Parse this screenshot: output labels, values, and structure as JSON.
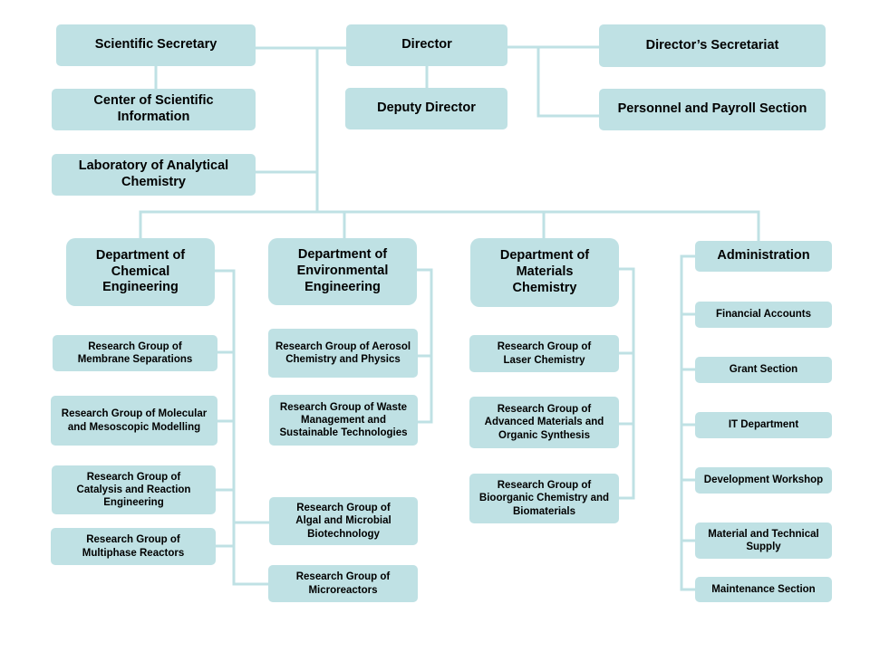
{
  "colors": {
    "box_fill": "#bfe1e4",
    "connector": "#bfe1e4",
    "text": "#000000"
  },
  "top": {
    "scientific_secretary": "Scientific Secretary",
    "director": "Director",
    "directors_secretariat": "Director’s Secretariat",
    "center_scientific_information": "Center of Scientific Information",
    "deputy_director": "Deputy Director",
    "personnel_payroll": "Personnel and Payroll Section",
    "lab_analytical_chemistry": "Laboratory of Analytical Chemistry"
  },
  "departments": {
    "chemical_engineering": {
      "title": "Department of Chemical Engineering",
      "groups": [
        "Research Group of Membrane Separations",
        "Research Group of Molecular and Mesoscopic Modelling",
        "Research Group of Catalysis and Reaction Engineering",
        "Research Group of Multiphase Reactors",
        "Research Group of Algal and Microbial Biotechnology",
        "Research Group of Microreactors"
      ]
    },
    "environmental_engineering": {
      "title": "Department of Environmental Engineering",
      "groups": [
        "Research Group of Aerosol Chemistry and Physics",
        "Research Group of Waste Management and Sustainable Technologies"
      ]
    },
    "materials_chemistry": {
      "title": "Department of Materials Chemistry",
      "groups": [
        "Research Group of Laser Chemistry",
        "Research Group of Advanced Materials and Organic Synthesis",
        "Research Group of Bioorganic Chemistry and Biomaterials"
      ]
    },
    "administration": {
      "title": "Administration",
      "units": [
        "Financial Accounts",
        "Grant Section",
        "IT Department",
        "Development Workshop",
        "Material and Technical Supply",
        "Maintenance Section"
      ]
    }
  }
}
